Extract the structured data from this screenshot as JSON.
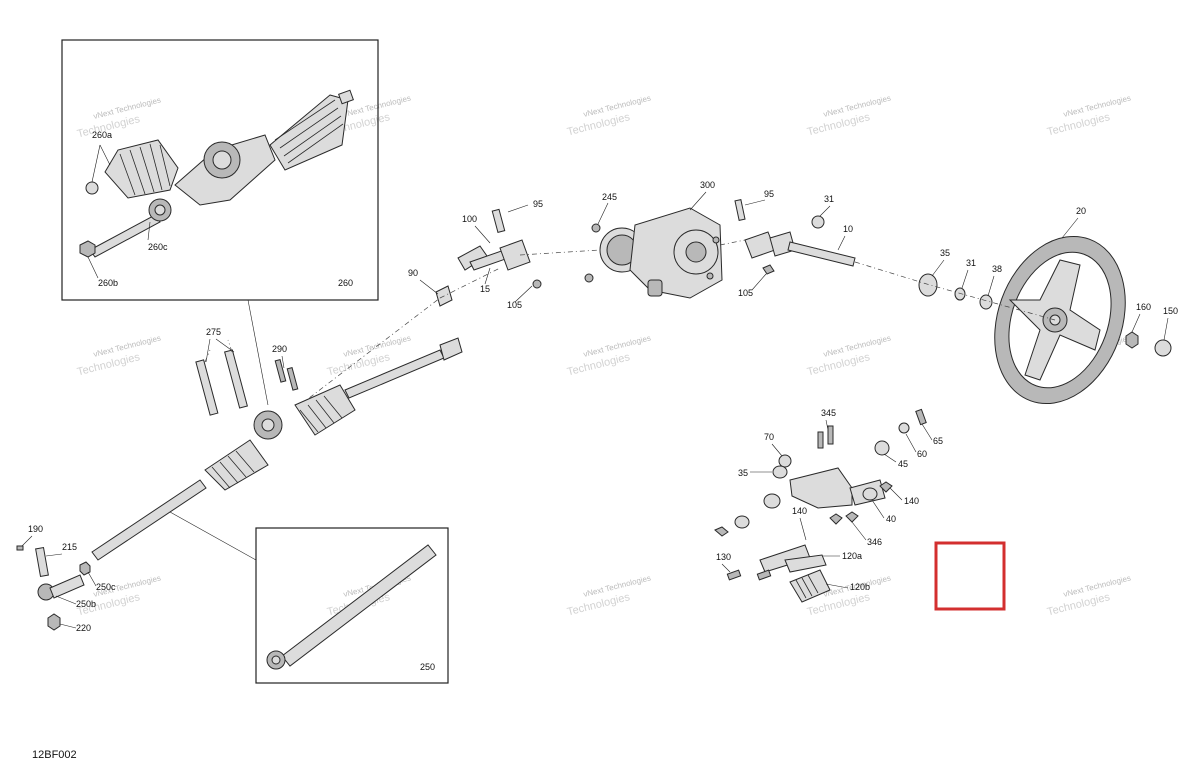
{
  "diagram": {
    "code": "12BF002",
    "watermark": {
      "line1": "vNext",
      "line2": "Technologies",
      "full": "vNext Technologies"
    },
    "callouts": {
      "c260a": "260a",
      "c260c": "260c",
      "c260b": "260b",
      "c260": "260",
      "c100": "100",
      "c95a": "95",
      "c90": "90",
      "c15": "15",
      "c105a": "105",
      "c245": "245",
      "c300": "300",
      "c95b": "95",
      "c105b": "105",
      "c31a": "31",
      "c10": "10",
      "c20": "20",
      "c35a": "35",
      "c31b": "31",
      "c38": "38",
      "c160": "160",
      "c150": "150",
      "c275": "275",
      "c290": "290",
      "c345": "345",
      "c70": "70",
      "c35b": "35",
      "c45": "45",
      "c60": "60",
      "c65": "65",
      "c140a": "140",
      "c40": "40",
      "c140b": "140",
      "c346": "346",
      "c130": "130",
      "c120a": "120a",
      "c120b": "120b",
      "c190": "190",
      "c215": "215",
      "c250c": "250c",
      "c250b": "250b",
      "c220": "220",
      "c250": "250"
    }
  }
}
